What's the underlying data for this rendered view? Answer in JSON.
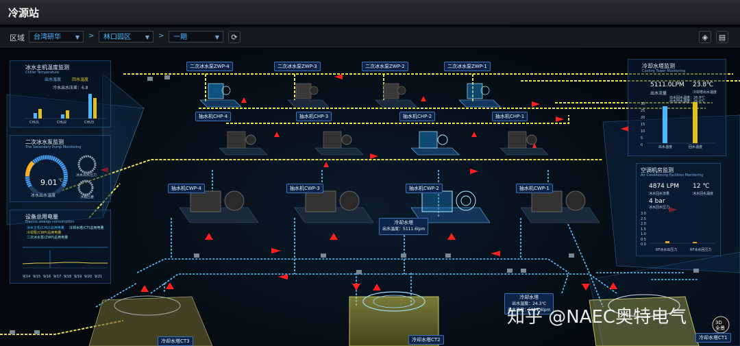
{
  "app": {
    "title": "冷源站"
  },
  "toolbar": {
    "region_label": "区域",
    "region": "台湾研华",
    "campus": "林口园区",
    "phase": "一期",
    "refresh_icon": "refresh-icon",
    "view3d_icon": "cube-icon",
    "doc_icon": "document-icon"
  },
  "equipment": {
    "secondary_pumps": [
      "二次冰水泵ZWP-4",
      "二次冰水泵ZWP-3",
      "二次冰水泵ZWP-2",
      "二次冰水泵ZWP-1"
    ],
    "chiller_pumps": [
      "抽水机CHP-4",
      "抽水机CHP-3",
      "抽水机CHP-2",
      "抽水机CHP-1"
    ],
    "cooling_pumps": [
      "抽水机CWP-4",
      "抽水机CWP-3",
      "抽水机CWP-2",
      "抽水机CWP-1"
    ],
    "towers": [
      "冷却水塔CT3",
      "冷却水塔CT2",
      "冷却水塔CT1"
    ],
    "tower_callout": {
      "title": "冷却水塔",
      "line": "出水温度：5111.6lpm"
    },
    "tower_callout2": {
      "title": "冷却水塔",
      "line1": "出水温度：24.3℃",
      "line2": "出水温度：5111.6lpm"
    }
  },
  "left_panels": {
    "chiller_temp": {
      "title": "冰水主机温度监测",
      "subtitle": "Chiller Temperature",
      "legend": [
        "出水温度",
        "回水温度"
      ],
      "note": "冷水出水压差：6.8",
      "cats": [
        "CHU1",
        "CHU2",
        "CHU3"
      ]
    },
    "secondary_pump": {
      "title": "二次冰水泵监测",
      "subtitle": "The Secondary Pump Monitoring",
      "gauge_value": "9.01",
      "gauge_unit": "℃",
      "gauge_label": "冰水出水温度",
      "small1": "冰水出水压力",
      "small2": "冰箱压差"
    },
    "energy": {
      "title": "设备总用电量",
      "subtitle": "Electric energy consumption",
      "legend": [
        "冰水主机(CHU)总用电量",
        "冷却水塔(CT)总用电量",
        "冷却泵(CWP)总用电量",
        "二次冰水泵(ZWP)总用电量"
      ],
      "xlabels": [
        "9/14",
        "9/15",
        "9/16",
        "9/17",
        "9/18",
        "9/19",
        "9/20",
        "9/21"
      ]
    }
  },
  "right_panels": {
    "tower": {
      "title": "冷却水塔监测",
      "subtitle": "Cooling Tower Monitoring",
      "flow": "5111.0LPM",
      "flow_label": "出水流量",
      "temp": "23.8℃",
      "temp_label": "冷却塔出水温度",
      "back_label": "出水回水温度：26.9℃",
      "back_label2": "出水回水温度：26.0℃",
      "bar_labels": [
        "出水温度",
        "回水温度"
      ],
      "ticks": [
        "30",
        "25",
        "20",
        "15",
        "10",
        "5",
        "0"
      ]
    },
    "aircon": {
      "title": "空调机房监测",
      "subtitle": "Air Conditioning Facilities Monitoring",
      "flow": "4874 LPM",
      "flow_label": "冰水回水流量",
      "temp": "12 ℃",
      "temp_label": "冰水回水温度",
      "pressure": "4 bar",
      "pressure_label": "冰水回水压力",
      "ticks": [
        "3.0",
        "2.5",
        "2.0",
        "1.5",
        "1.0",
        "0.5",
        "0.0"
      ],
      "x_labels": [
        "RF冰水出压力",
        "RF冰水回压力"
      ]
    }
  },
  "watermark": "知乎 @NAEC奥特电气",
  "compass": "3D\n全景"
}
